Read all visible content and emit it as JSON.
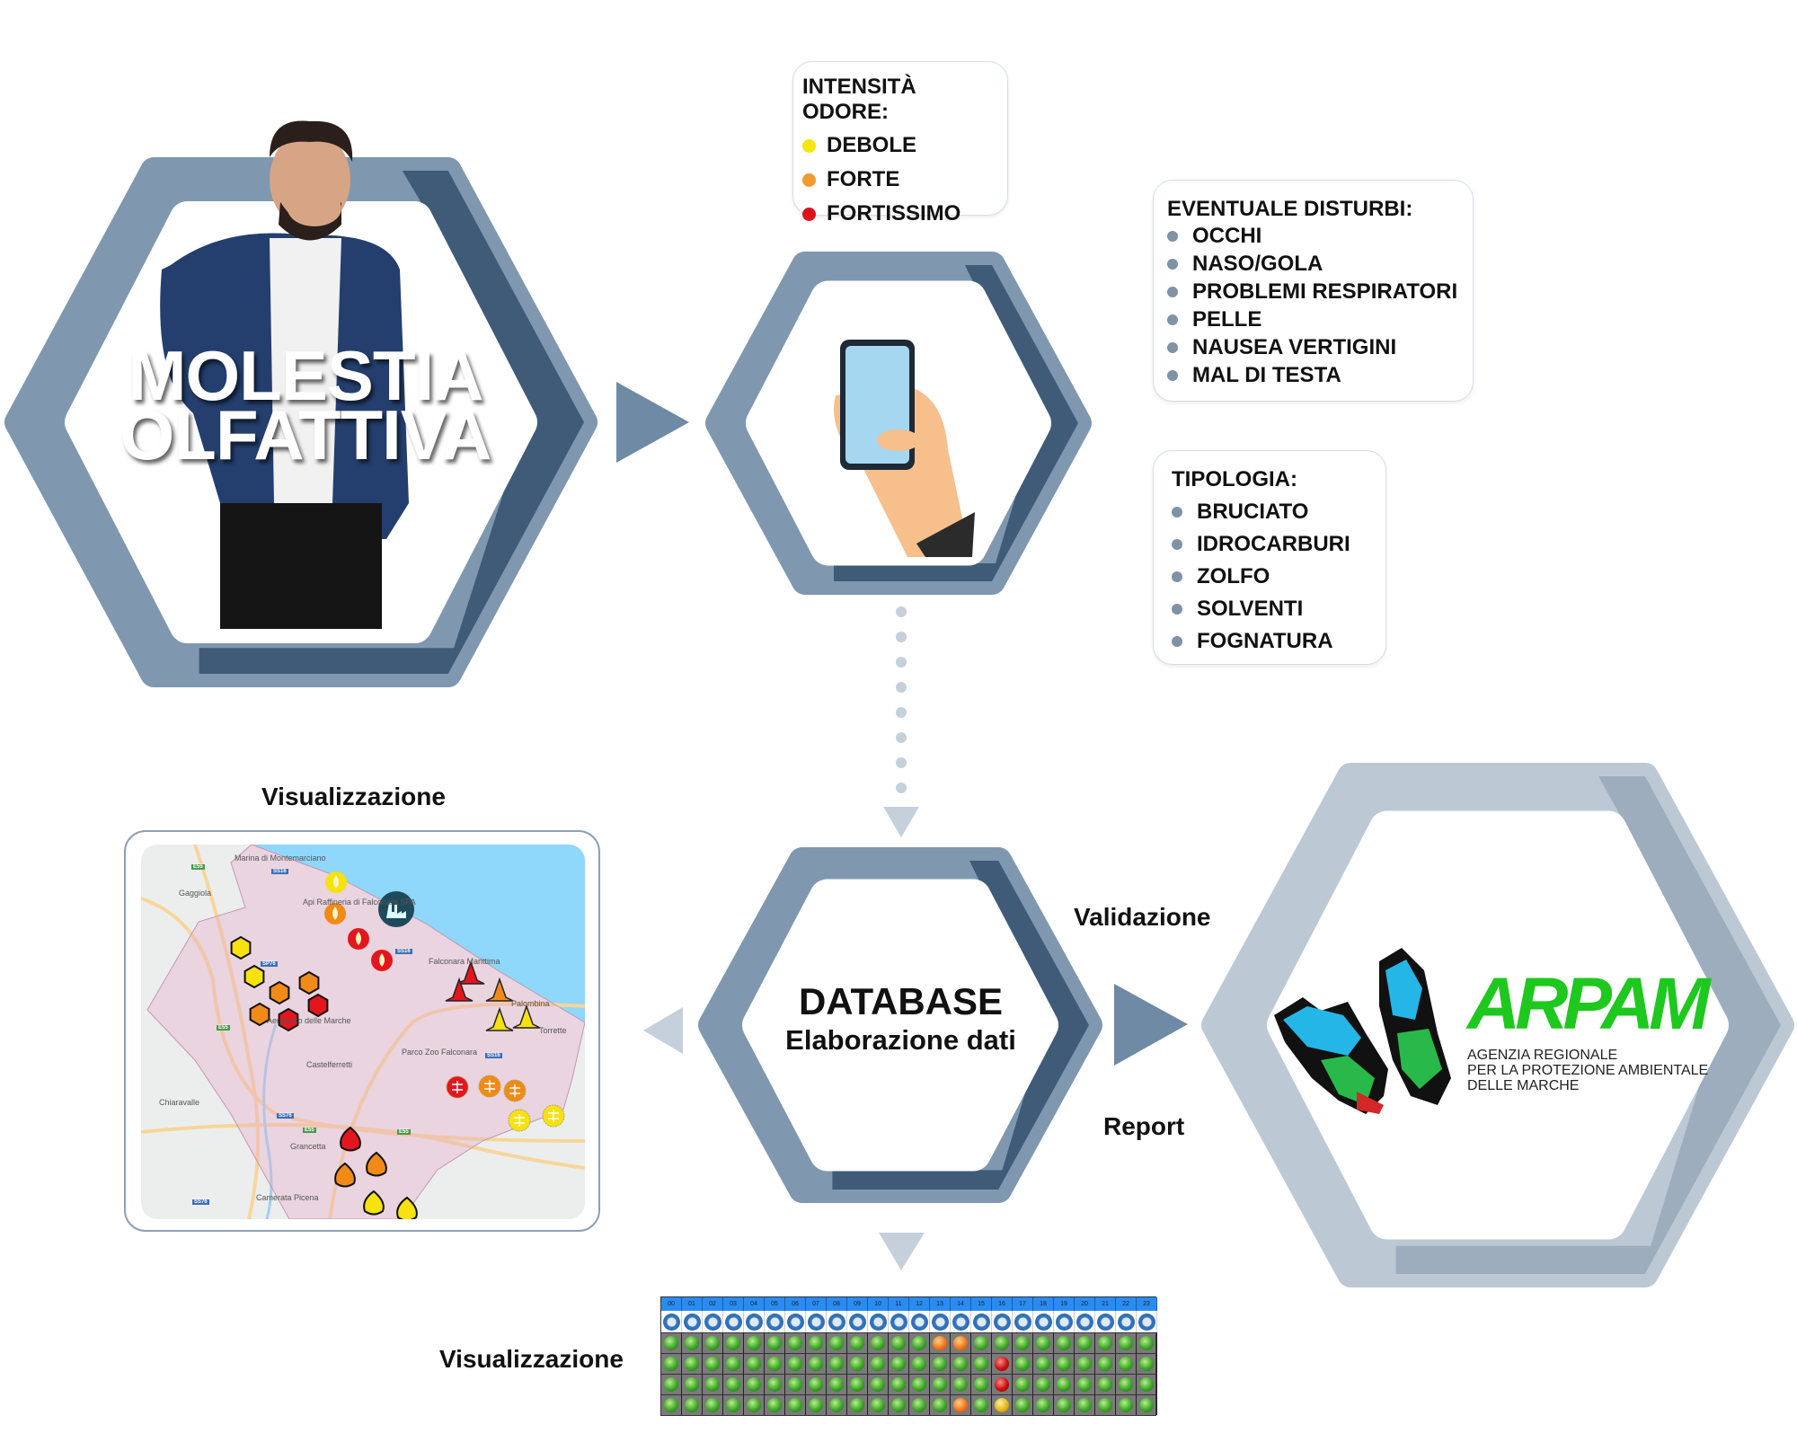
{
  "hero": {
    "title_line1": "MOLESTIA",
    "title_line2": "OLFATTIVA"
  },
  "intensity": {
    "title": "INTENSITÀ ODORE:",
    "items": [
      {
        "label": "DEBOLE",
        "color": "#f5e50a"
      },
      {
        "label": "FORTE",
        "color": "#f29a2e"
      },
      {
        "label": "FORTISSIMO",
        "color": "#e0101a"
      }
    ]
  },
  "disturbi": {
    "title": "EVENTUALE DISTURBI:",
    "items": [
      "OCCHI",
      "NASO/GOLA",
      "PROBLEMI RESPIRATORI",
      "PELLE",
      "NAUSEA VERTIGINI",
      "MAL DI TESTA"
    ]
  },
  "tipologia": {
    "title": "TIPOLOGIA:",
    "items": [
      "BRUCIATO",
      "IDROCARBURI",
      "ZOLFO",
      "SOLVENTI",
      "FOGNATURA"
    ]
  },
  "database": {
    "title": "DATABASE",
    "subtitle": "Elaborazione dati"
  },
  "flow": {
    "validazione": "Validazione",
    "report": "Report",
    "visualizzazione_map": "Visualizzazione",
    "visualizzazione_grid": "Visualizzazione"
  },
  "arpam": {
    "name": "ARPAM",
    "line1": "AGENZIA REGIONALE",
    "line2": "PER LA PROTEZIONE AMBIENTALE",
    "line3": "DELLE MARCHE",
    "brand_color": "#1ec81e"
  },
  "map": {
    "places": [
      "Marina di Montemarciano",
      "Gaggiola",
      "Api Raffineria di Falconara SPA",
      "Falconara Marittima",
      "Palombina",
      "Torrette",
      "Parco Zoo Falconara",
      "Castelferretti",
      "Chiaravalle",
      "Grancetta",
      "Camerata Picena",
      "Aeroporto delle Marche"
    ],
    "roads": [
      "E55",
      "SS16",
      "SP76",
      "SS16",
      "SS16",
      "E55",
      "SS76",
      "E55",
      "E55",
      "SS76"
    ]
  },
  "grid": {
    "hours": [
      "00",
      "01",
      "02",
      "03",
      "04",
      "05",
      "06",
      "07",
      "08",
      "09",
      "10",
      "11",
      "12",
      "13",
      "14",
      "15",
      "16",
      "17",
      "18",
      "19",
      "20",
      "21",
      "22",
      "23"
    ],
    "rows": [
      "gggggggggggggooggggggggggggg",
      "ggggggggggggggggrggggggg",
      "ggggggggggggggggrggggggg",
      "ggggggggggggggogyggggggg"
    ]
  }
}
